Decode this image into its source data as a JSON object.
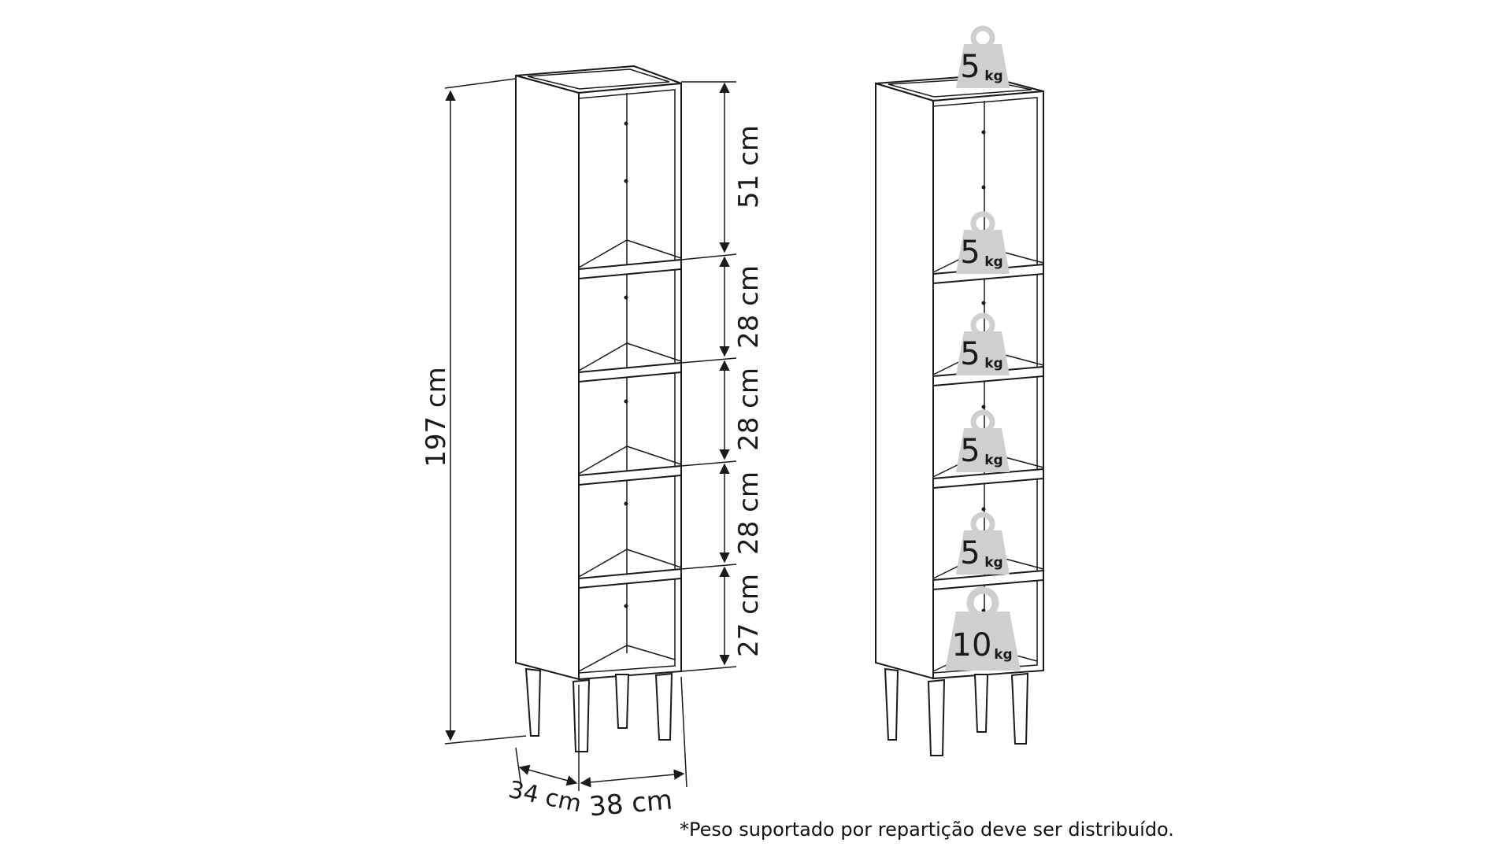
{
  "dimensions": {
    "total_height": "197 cm",
    "top_compartment": "51 cm",
    "compartment_2": "28 cm",
    "compartment_3": "28 cm",
    "compartment_4": "28 cm",
    "bottom_compartment": "27 cm",
    "depth": "34 cm",
    "width": "38 cm"
  },
  "weights": [
    {
      "value": "5",
      "unit": "kg"
    },
    {
      "value": "5",
      "unit": "kg"
    },
    {
      "value": "5",
      "unit": "kg"
    },
    {
      "value": "5",
      "unit": "kg"
    },
    {
      "value": "5",
      "unit": "kg"
    },
    {
      "value": "10",
      "unit": "kg"
    }
  ],
  "footnote": "*Peso suportado por repartição deve ser distribuído."
}
